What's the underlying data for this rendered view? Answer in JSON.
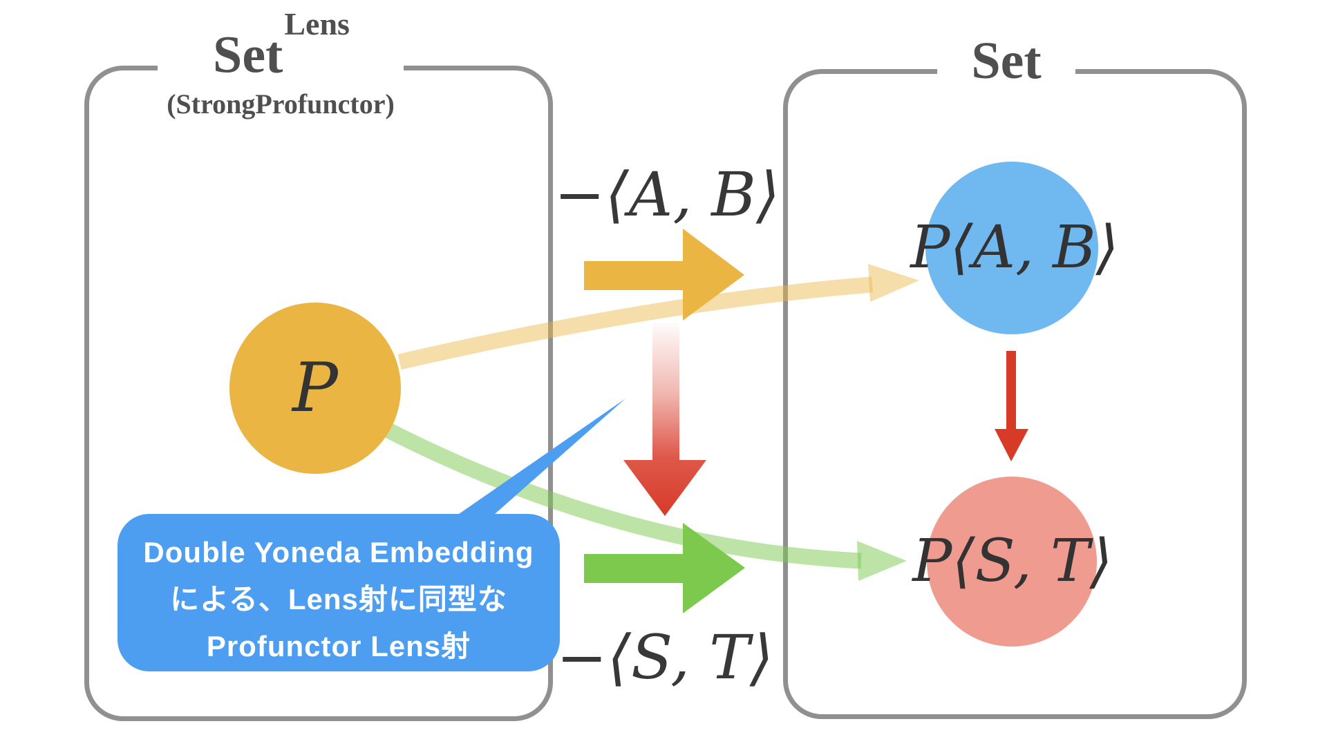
{
  "left_box": {
    "title": "Set",
    "superscript": "Lens",
    "subtitle": "(StrongProfunctor)"
  },
  "right_box": {
    "title": "Set"
  },
  "nodes": {
    "p": "P",
    "pab": "P⟨A, B⟩",
    "pst": "P⟨S, T⟩"
  },
  "arrows": {
    "ab_label": "−⟨A, B⟩",
    "st_label": "−⟨S, T⟩"
  },
  "bubble": {
    "line1": "Double Yoneda Embedding",
    "line2": "による、Lens射に同型な",
    "line3": "Profunctor Lens射"
  },
  "colors": {
    "yellow": "#EAB543",
    "blue": "#70B8F0",
    "pink": "#F09B90",
    "red": "#D83A28",
    "green": "#7CC94E",
    "bubble_blue": "#4D9EF0",
    "border_gray": "#909090",
    "title_gray": "#4F4F4F",
    "label_dark": "#383838"
  }
}
